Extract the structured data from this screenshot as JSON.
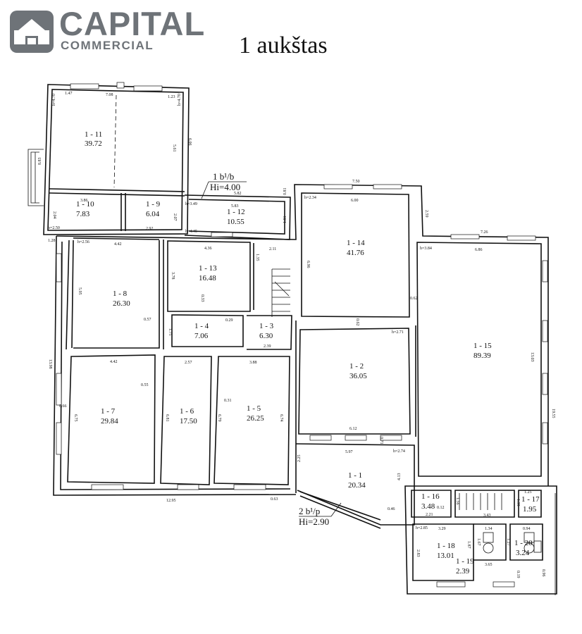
{
  "brand": {
    "name": "CAPITAL",
    "sub": "COMMERCIAL",
    "color": "#6e7378"
  },
  "floor_title": "1 aukštas",
  "notes": {
    "b1_label": "1 b¹/b",
    "b1_hi": "Hi=4.00",
    "b2_label": "2 b¹/p",
    "b2_hi": "Hi=2.90"
  },
  "rooms": [
    {
      "id": "1 - 11",
      "area": "39.72"
    },
    {
      "id": "1 - 10",
      "area": "7.83"
    },
    {
      "id": "1 - 9",
      "area": "6.04"
    },
    {
      "id": "1 - 12",
      "area": "10.55"
    },
    {
      "id": "1 - 14",
      "area": "41.76"
    },
    {
      "id": "1 - 15",
      "area": "89.39"
    },
    {
      "id": "1 - 8",
      "area": "26.30"
    },
    {
      "id": "1 - 13",
      "area": "16.48"
    },
    {
      "id": "1 - 4",
      "area": "7.06"
    },
    {
      "id": "1 - 3",
      "area": "6.30"
    },
    {
      "id": "1 - 2",
      "area": "36.05"
    },
    {
      "id": "1 - 7",
      "area": "29.84"
    },
    {
      "id": "1 - 6",
      "area": "17.50"
    },
    {
      "id": "1 - 5",
      "area": "26.25"
    },
    {
      "id": "1 - 1",
      "area": "20.34"
    },
    {
      "id": "1 - 16",
      "area": "3.48"
    },
    {
      "id": "1 - 17",
      "area": "1.95"
    },
    {
      "id": "1 - 18",
      "area": "13.01"
    },
    {
      "id": "1 - 19",
      "area": "2.39"
    },
    {
      "id": "1 - 20",
      "area": "3.24"
    }
  ],
  "dimensions": [
    "1.47",
    "7.08",
    "1.23",
    "h=4.70",
    "h=4.70",
    "5.61",
    "6.06",
    "8.83",
    "3.86",
    "2.04",
    "h=2.50",
    "2.92",
    "2.07",
    "h=3.49",
    "5.83",
    "0.81",
    "1.81",
    "h=4.45",
    "5.82",
    "7.50",
    "h=2.34",
    "6.00",
    "2.59",
    "6.96",
    "0.62",
    "7.26",
    "h=3.84",
    "6.86",
    "13.03",
    "19.55",
    "1.28",
    "h=2.56",
    "4.42",
    "5.95",
    "4.36",
    "2.11",
    "3.78",
    "1.35",
    "0.57",
    "0.33",
    "0.29",
    "1.75",
    "2.39",
    "h=2.71",
    "0.62",
    "13.98",
    "4.42",
    "2.57",
    "3.88",
    "0.55",
    "0.31",
    "6.75",
    "0.66",
    "6.81",
    "6.79",
    "6.74",
    "6.12",
    "0.71",
    "5.97",
    "h=2.74",
    "2.25",
    "4.13",
    "0.46",
    "0.12",
    "12.95",
    "0.63",
    "1.56",
    "3.43",
    "1.25",
    "1.38",
    "2.21",
    "h=2.85",
    "3.29",
    "1.87",
    "1.67",
    "1.27",
    "1.34",
    "0.94",
    "2.83",
    "3.65",
    "0.19",
    "0.96"
  ]
}
